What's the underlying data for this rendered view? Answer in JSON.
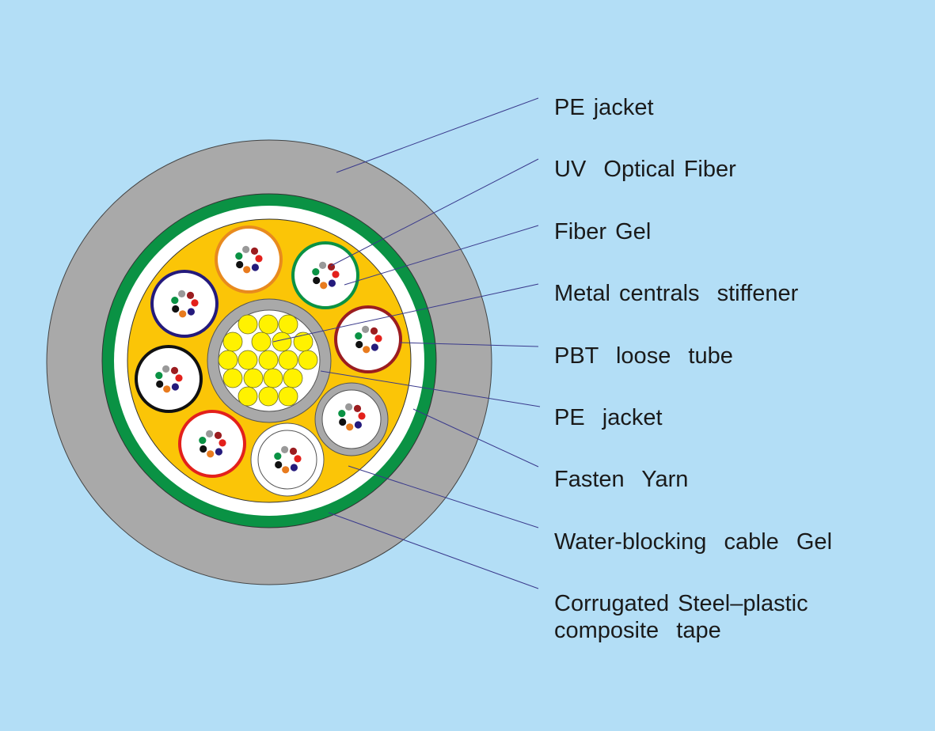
{
  "diagram": {
    "title": "Optical fiber cable cross-section",
    "background_color": "#b3def6",
    "colors": {
      "outer_jacket": "#a9a9a9",
      "steel_tape": "#0a9244",
      "yarn": "#ffffff",
      "cable_gel": "#fbc507",
      "central_jacket": "#a9a9a9",
      "central_strand": "#fff200",
      "leader_line": "#3a3a8c",
      "outline": "#333333"
    },
    "fiber_colors": [
      "#999999",
      "#9b1d20",
      "#e3201b",
      "#241a7c",
      "#e87b1e",
      "#111111",
      "#0a9244"
    ],
    "loose_tubes": [
      {
        "name": "tube-orange",
        "border": "#e88a1e",
        "type": "colored"
      },
      {
        "name": "tube-green",
        "border": "#0a9244",
        "type": "colored"
      },
      {
        "name": "tube-darkred",
        "border": "#9b1d20",
        "type": "colored"
      },
      {
        "name": "tube-gray",
        "border": "#a9a9a9",
        "type": "thick"
      },
      {
        "name": "tube-white",
        "border": "#ffffff",
        "type": "double"
      },
      {
        "name": "tube-red",
        "border": "#e3201b",
        "type": "colored"
      },
      {
        "name": "tube-black",
        "border": "#111111",
        "type": "colored"
      },
      {
        "name": "tube-navy",
        "border": "#241a7c",
        "type": "colored"
      }
    ],
    "central_strand_count": 19
  },
  "labels": [
    {
      "id": "pe-jacket-outer",
      "text": "PE jacket"
    },
    {
      "id": "uv-optical-fiber",
      "text": "UV  Optical Fiber"
    },
    {
      "id": "fiber-gel",
      "text": "Fiber Gel"
    },
    {
      "id": "metal-central-stiffener",
      "text": "Metal centrals  stiffener"
    },
    {
      "id": "pbt-loose-tube",
      "text": "PBT  loose  tube"
    },
    {
      "id": "pe-jacket-inner",
      "text": "PE  jacket"
    },
    {
      "id": "fasten-yarn",
      "text": "Fasten  Yarn"
    },
    {
      "id": "water-blocking-gel",
      "text": "Water-blocking  cable  Gel"
    },
    {
      "id": "corrugated-tape",
      "text": "Corrugated Steel–plastic\ncomposite  tape"
    }
  ]
}
